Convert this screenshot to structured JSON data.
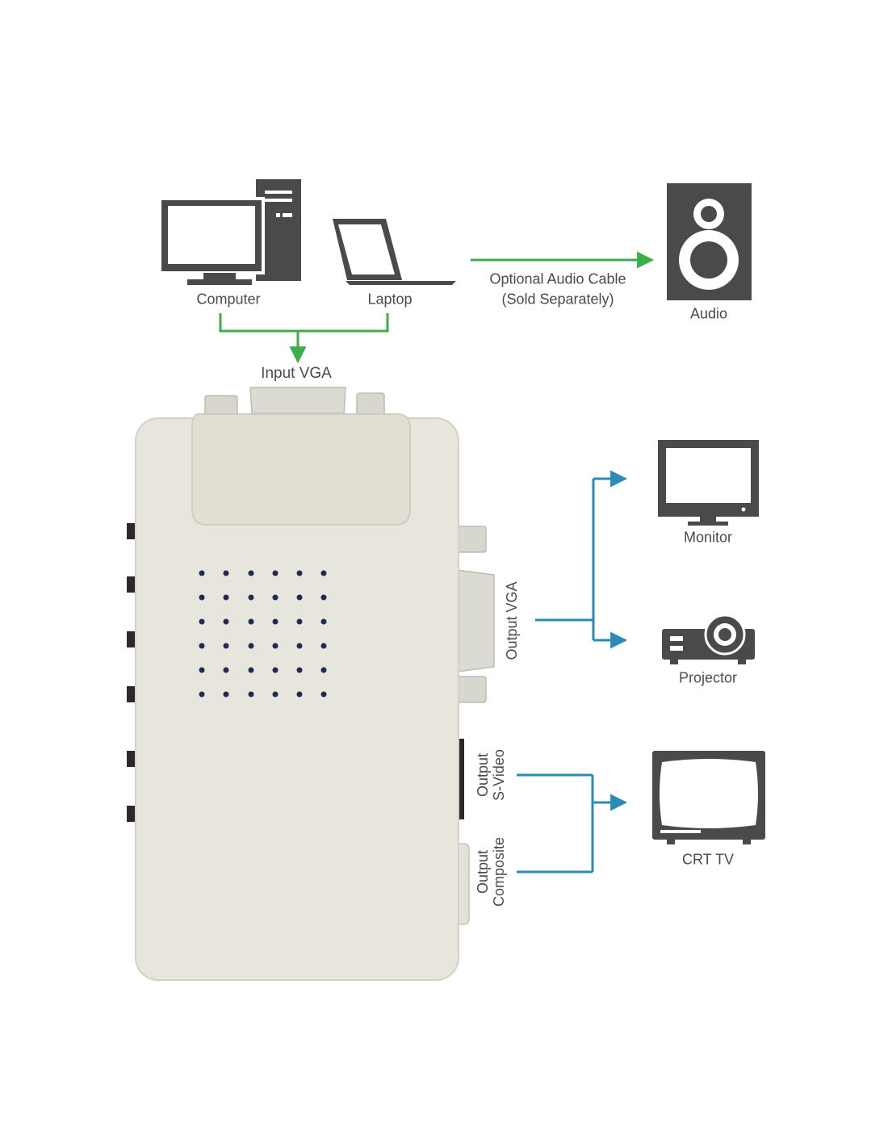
{
  "colors": {
    "icon": "#4a4a4c",
    "green_arrow": "#3cae49",
    "blue_arrow": "#2a8cb4",
    "device_body": "#e8e6dc",
    "device_shadow": "#d6d3c6",
    "text": "#4a4a4a"
  },
  "sources": {
    "computer_label": "Computer",
    "laptop_label": "Laptop",
    "input_label": "Input VGA"
  },
  "audio": {
    "cable_line1": "Optional Audio Cable",
    "cable_line2": "(Sold Separately)",
    "label": "Audio"
  },
  "outputs": {
    "vga_label": "Output VGA",
    "svideo_line1": "Output",
    "svideo_line2": "S-Video",
    "composite_line1": "Output",
    "composite_line2": "Composite"
  },
  "targets": {
    "monitor_label": "Monitor",
    "projector_label": "Projector",
    "crt_label": "CRT TV"
  },
  "icons": [
    "computer-icon",
    "laptop-icon",
    "speaker-icon",
    "monitor-icon",
    "projector-icon",
    "crt-tv-icon"
  ]
}
